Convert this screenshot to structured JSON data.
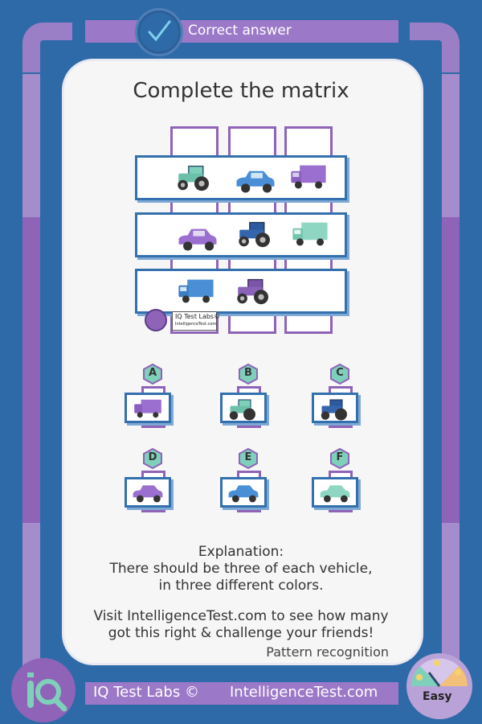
{
  "header": {
    "status": "Correct answer",
    "status_icon": "checkmark-icon"
  },
  "puzzle": {
    "title": "Complete the matrix",
    "rows": [
      [
        "green-tractor-icon",
        "blue-car-icon",
        "purple-truck-icon"
      ],
      [
        "purple-car-icon",
        "blue-tractor-icon",
        "green-truck-icon"
      ],
      [
        "blue-truck-icon",
        "purple-tractor-icon",
        "empty"
      ]
    ],
    "watermark": {
      "title": "IQ Test Labs©",
      "url": "IntelligenceTest.com"
    }
  },
  "options": [
    {
      "letter": "A",
      "vehicle": "purple-truck-icon"
    },
    {
      "letter": "B",
      "vehicle": "green-tractor-icon"
    },
    {
      "letter": "C",
      "vehicle": "blue-tractor-icon"
    },
    {
      "letter": "D",
      "vehicle": "purple-car-icon"
    },
    {
      "letter": "E",
      "vehicle": "blue-car-icon"
    },
    {
      "letter": "F",
      "vehicle": "green-car-icon"
    }
  ],
  "explanation": {
    "heading": "Explanation:",
    "line1": "There should be three of each vehicle,",
    "line2": "in three different colors."
  },
  "promo": {
    "line1": "Visit IntelligenceTest.com to see how many",
    "line2": "got this right & challenge your friends!"
  },
  "category": "Pattern recognition",
  "footer": {
    "brand": "IQ Test Labs ©",
    "site": "IntelligenceTest.com"
  },
  "difficulty": "Easy",
  "colors": {
    "background": "#2f6aa8",
    "frame": "#8f63b8",
    "box_border": "#3470ad",
    "green": "#7fd0bb",
    "blue": "#4a8fd6",
    "purple": "#9a6fcf"
  }
}
